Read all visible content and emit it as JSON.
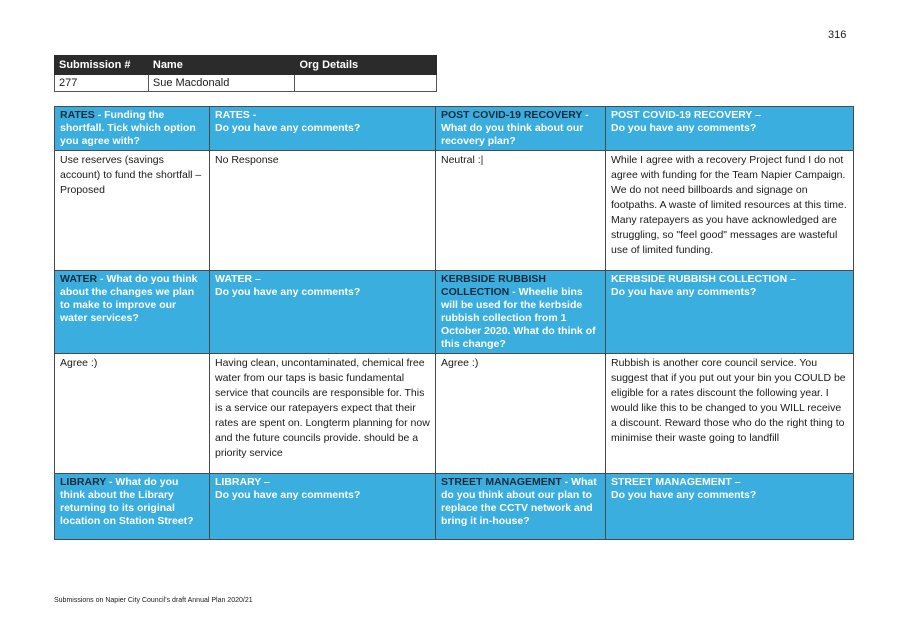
{
  "page_number": "316",
  "submission": {
    "headers": [
      "Submission #",
      "Name",
      "Org Details"
    ],
    "values": [
      "277",
      "Sue Macdonald",
      ""
    ]
  },
  "rows": [
    {
      "headers": [
        {
          "topic": "RATES",
          "question": " - Funding the shortfall. Tick which option you agree with?"
        },
        {
          "topic": "RATES -",
          "question": "Do you have any comments?"
        },
        {
          "topic": "POST COVID-19 RECOVERY",
          "question": " - What do you think about our recovery plan?"
        },
        {
          "topic": "POST COVID-19 RECOVERY –",
          "question": "Do you have any comments?"
        }
      ],
      "answers": [
        "Use reserves (savings account) to fund the shortfall – Proposed",
        "No Response",
        "Neutral :|",
        "While I agree with a recovery Project fund I do not agree with funding for the Team Napier Campaign. We do not need billboards and signage on footpaths. A waste of limited resources at this time. Many ratepayers as you have acknowledged are struggling, so \"feel good\" messages are wasteful use of limited funding."
      ]
    },
    {
      "headers": [
        {
          "topic": "WATER",
          "question": " - What do you think about the changes we plan to make to improve our water services?"
        },
        {
          "topic": "WATER –",
          "question": "Do you have any comments?"
        },
        {
          "topic": "KERBSIDE RUBBISH COLLECTION",
          "question": " - Wheelie bins will be used for the kerbside rubbish collection from 1 October 2020. What do think of this change?"
        },
        {
          "topic": "KERBSIDE RUBBISH COLLECTION –",
          "question": "Do you have any comments?"
        }
      ],
      "answers": [
        "Agree :)",
        "Having clean, uncontaminated, chemical free water from our taps is basic fundamental service that councils are responsible for. This is a service our ratepayers expect that their rates are spent on. Longterm planning for now and the future councils provide. should be a priority service",
        "Agree :)",
        "Rubbish is another core council service. You suggest that if you put out your bin you COULD be eligible for a rates discount the following year. I would like this to be changed to you WILL receive a discount. Reward those who do the right thing to minimise their waste going to landfill"
      ]
    },
    {
      "headers": [
        {
          "topic": "LIBRARY",
          "question": " - What do you think about the Library returning to its original location on Station Street?"
        },
        {
          "topic": "LIBRARY –",
          "question": "Do you have any comments?"
        },
        {
          "topic": "STREET MANAGEMENT",
          "question": " - What do you think about our plan to replace the CCTV network and bring it in-house?"
        },
        {
          "topic": "STREET MANAGEMENT –",
          "question": "Do you have any comments?"
        }
      ]
    }
  ],
  "footer": "Submissions on Napier City Council's draft Annual Plan 2020/21",
  "colors": {
    "header_bg": "#3aaede",
    "topic_text": "#1b2a3a",
    "sub_header_bg": "#2b2b2b"
  }
}
